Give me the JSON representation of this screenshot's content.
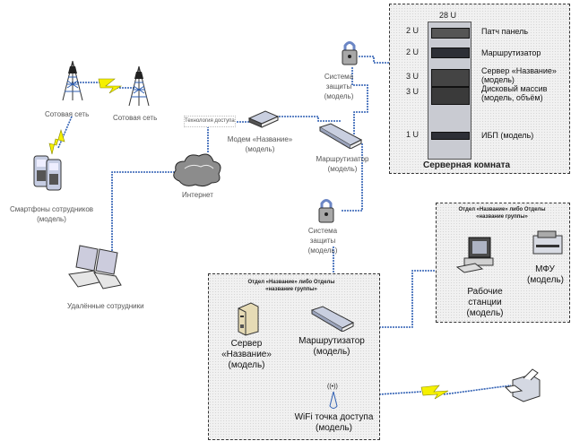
{
  "diagram": {
    "title": "Network infrastructure diagram",
    "server_room": {
      "title": "Серверная комната",
      "rack_size": "28 U",
      "units": [
        {
          "u": "2 U",
          "name": "Патч панель"
        },
        {
          "u": "2 U",
          "name": "Маршрутизатор"
        },
        {
          "u": "3 U",
          "name": "Сервер «Название» (модель)"
        },
        {
          "u": "3 U",
          "name": "Дисковый массив (модель, объём)"
        },
        {
          "u": "1 U",
          "name": "ИБП (модель)"
        }
      ]
    },
    "nodes": {
      "cell_tower_1": "Сотовая сеть",
      "cell_tower_2": "Сотовая сеть",
      "smartphones": "Смартфоны сотрудников (модель)",
      "internet": "Интернет",
      "access_tech": "Технология доступа",
      "modem": "Модем «Название» (модель)",
      "router_main": "Маршрутизатор (модель)",
      "security_top": "Система защиты (модель)",
      "security_mid": "Система защиты (модель)",
      "remote_staff": "Удалённые сотрудники"
    },
    "dept_zone_1": {
      "header": "Отдел «Название» либо Отделы «название группы»",
      "server": "Сервер «Название» (модель)",
      "router": "Маршрутизатор (модель)",
      "wifi": "WiFi точка доступа (модель)"
    },
    "dept_zone_2": {
      "header": "Отдел «Название» либо Отделы «название группы»",
      "workstations": "Рабочие станции (модель)",
      "mfu": "МФУ (модель)"
    },
    "colors": {
      "wire": "#2f5fb3",
      "lightning": "#f5f000",
      "zone_bg": "#f1f1f1"
    }
  }
}
